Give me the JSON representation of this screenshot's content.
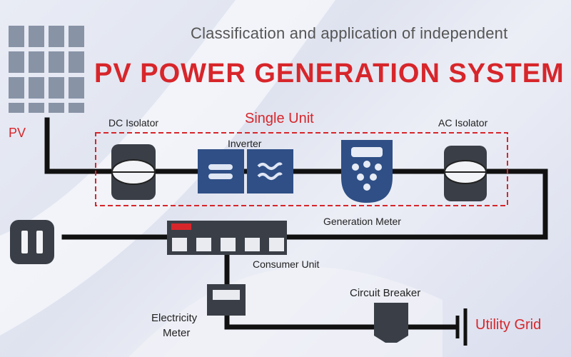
{
  "header": {
    "subtitle": "Classification and application of independent",
    "title": "PV POWER GENERATION SYSTEM"
  },
  "labels": {
    "pv": "PV",
    "dc_isolator": "DC Isolator",
    "inverter": "Inverter",
    "single_unit": "Single Unit",
    "ac_isolator": "AC Isolator",
    "generation_meter": "Generation Meter",
    "consumer_unit": "Consumer Unit",
    "circuit_breaker": "Circuit Breaker",
    "electricity_meter_line1": "Electricity",
    "electricity_meter_line2": "Meter",
    "utility_grid": "Utility Grid"
  },
  "colors": {
    "accent_red": "#d7262b",
    "component_dark": "#3a3f47",
    "inverter_blue": "#2f4f86",
    "wire": "#111111"
  }
}
